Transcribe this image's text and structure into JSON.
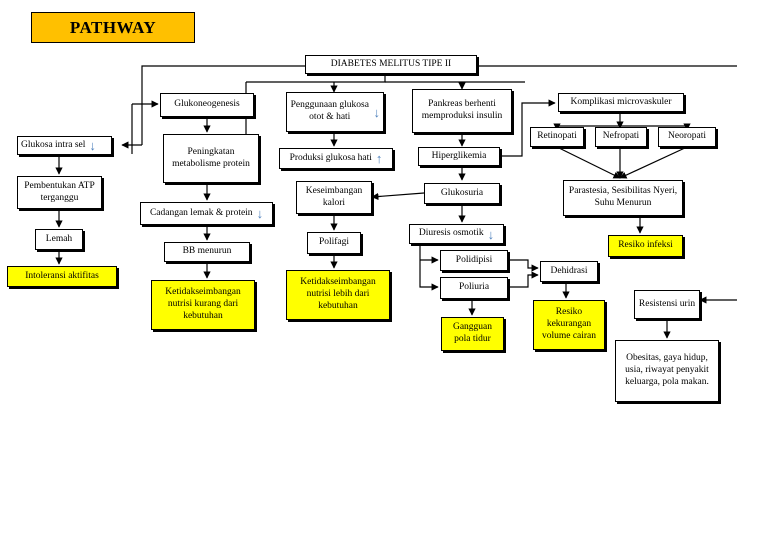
{
  "title": "PATHWAY",
  "nodes": {
    "dm": "DIABETES MELITUS TIPE II",
    "glukoneogenesis": "Glukoneogenesis",
    "penggunaan": "Penggunaan glukosa otot & hati",
    "pankreas": "Pankreas berhenti memproduksi insulin",
    "komplikasi": "Komplikasi microvaskuler",
    "glukosa_sel": "Glukosa intra sel",
    "peningkatan": "Peningkatan metabolisme protein",
    "produksi": "Produksi glukosa hati",
    "hiperglikemia": "Hiperglikemia",
    "retinopati": "Retinopati",
    "nefropati": "Nefropati",
    "neoropati": "Neoropati",
    "atp": "Pembentukan ATP terganggu",
    "keseimbangan": "Keseimbangan kalori",
    "glukosuria": "Glukosuria",
    "parastesia": "Parastesia, Sesibilitas Nyeri, Suhu Menurun",
    "cadangan": "Cadangan lemak & protein",
    "diuresis": "Diuresis osmotik",
    "lemah": "Lemah",
    "bb": "BB menurun",
    "polifagi": "Polifagi",
    "resiko_infeksi": "Resiko infeksi",
    "polidipisi": "Polidipisi",
    "dehidrasi": "Dehidrasi",
    "intoleransi": "Intoleransi aktifitas",
    "ketidak_kurang": "Ketidakseimbangan nutrisi kurang dari kebutuhan",
    "ketidak_lebih": "Ketidakseimbangan nutrisi lebih dari kebutuhan",
    "poliuria": "Poliuria",
    "resistensi": "Resistensi urin",
    "resiko_cairan": "Resiko kekurangan volume cairan",
    "gangguan": "Gangguan pola tidur",
    "obesitas": "Obesitas, gaya hidup, usia, riwayat penyakit keluarga, pola makan."
  },
  "arrows": {
    "down": "↓",
    "up": "↑"
  },
  "colors": {
    "title_bg": "#ffc000",
    "highlight": "#ffff00",
    "arrow_icon": "#4f81bd"
  }
}
